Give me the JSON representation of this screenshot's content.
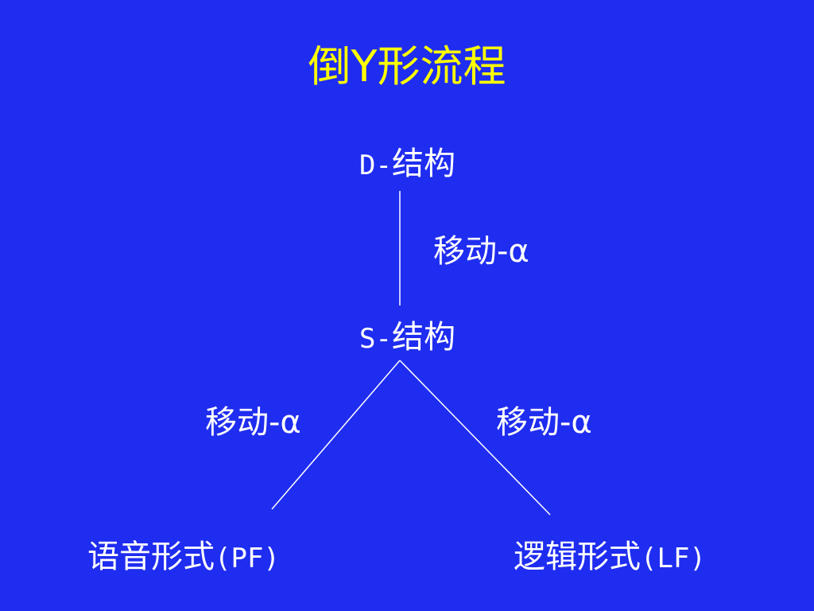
{
  "title": "倒Y形流程",
  "nodes": {
    "d_structure": {
      "prefix": "D-",
      "text": "结构"
    },
    "s_structure": {
      "prefix": "S-",
      "text": "结构"
    },
    "pf": {
      "text": "语音形式",
      "suffix": "(PF)"
    },
    "lf": {
      "text": "逻辑形式",
      "suffix": "(LF)"
    }
  },
  "edges": {
    "d_to_s": {
      "label": "移动-α"
    },
    "s_to_pf": {
      "label": "移动-α"
    },
    "s_to_lf": {
      "label": "移动-α"
    }
  },
  "colors": {
    "background": "#1f2df0",
    "title": "#ffff00",
    "text": "#ffffff",
    "line": "#ffffff"
  }
}
